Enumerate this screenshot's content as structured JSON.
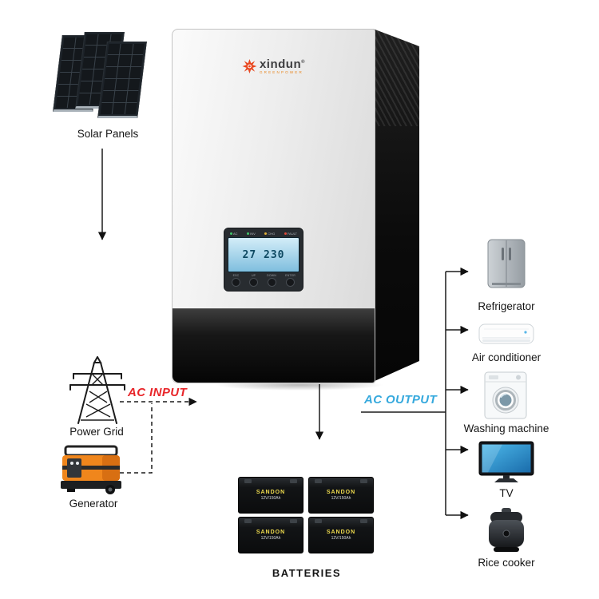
{
  "solar": {
    "label": "Solar Panels"
  },
  "power_grid": {
    "label": "Power Grid"
  },
  "generator": {
    "label": "Generator"
  },
  "ac_input": {
    "label": "AC INPUT",
    "color": "#e8262a"
  },
  "ac_output": {
    "label": "AC OUTPUT",
    "color": "#36a9dd"
  },
  "batteries": {
    "label": "BATTERIES",
    "brand": "SANDON",
    "spec": "12V/150Ah"
  },
  "inverter": {
    "brand": "xindun",
    "brand_mark": "®",
    "brand_sub": "GREENPOWER",
    "lcd_value": "27 230",
    "indicators": [
      "AC",
      "INV",
      "CHG",
      "FAULT"
    ],
    "buttons": [
      "ESC",
      "UP",
      "DOWN",
      "ENTER"
    ]
  },
  "appliances": [
    {
      "label": "Refrigerator"
    },
    {
      "label": "Air conditioner"
    },
    {
      "label": "Washing machine"
    },
    {
      "label": "TV"
    },
    {
      "label": "Rice cooker"
    }
  ],
  "colors": {
    "line": "#1c1c1c",
    "inverter_accent": "#e8471f"
  }
}
